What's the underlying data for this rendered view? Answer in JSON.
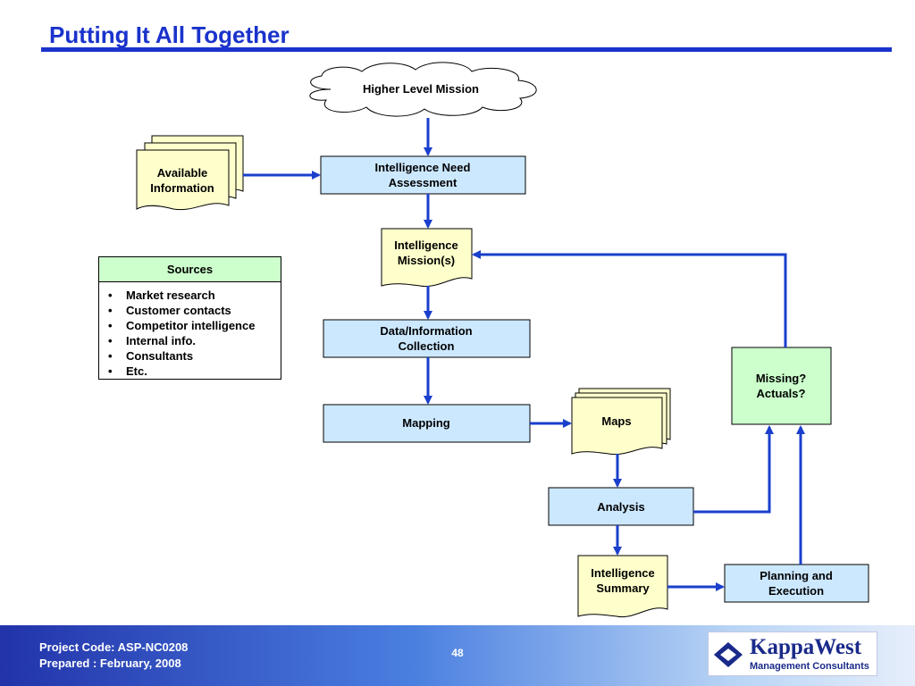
{
  "slide": {
    "title": "Putting It All Together"
  },
  "diagram": {
    "higher_level_mission": "Higher Level Mission",
    "available_information": [
      "Available",
      "Information"
    ],
    "intelligence_need_assessment": [
      "Intelligence Need",
      "Assessment"
    ],
    "intelligence_missions": [
      "Intelligence",
      "Mission(s)"
    ],
    "data_information_collection": [
      "Data/Information",
      "Collection"
    ],
    "mapping": "Mapping",
    "maps": "Maps",
    "analysis": "Analysis",
    "intelligence_summary": [
      "Intelligence",
      "Summary"
    ],
    "planning_execution": [
      "Planning and",
      "Execution"
    ],
    "missing_actuals": [
      "Missing?",
      "Actuals?"
    ],
    "colors": {
      "arrow": "#1a3fcc",
      "process_fill": "#cce8ff",
      "document_fill": "#ffffcc",
      "decision_fill": "#ccffcc"
    }
  },
  "sources": {
    "heading": "Sources",
    "items": [
      "Market research",
      "Customer contacts",
      "Competitor intelligence",
      "Internal info.",
      "Consultants",
      "Etc."
    ]
  },
  "footer": {
    "project_code": "Project Code: ASP-NC0208",
    "prepared": "Prepared : February, 2008",
    "page_number": "48"
  },
  "logo": {
    "name": "KappaWest",
    "subtitle": "Management Consultants"
  }
}
